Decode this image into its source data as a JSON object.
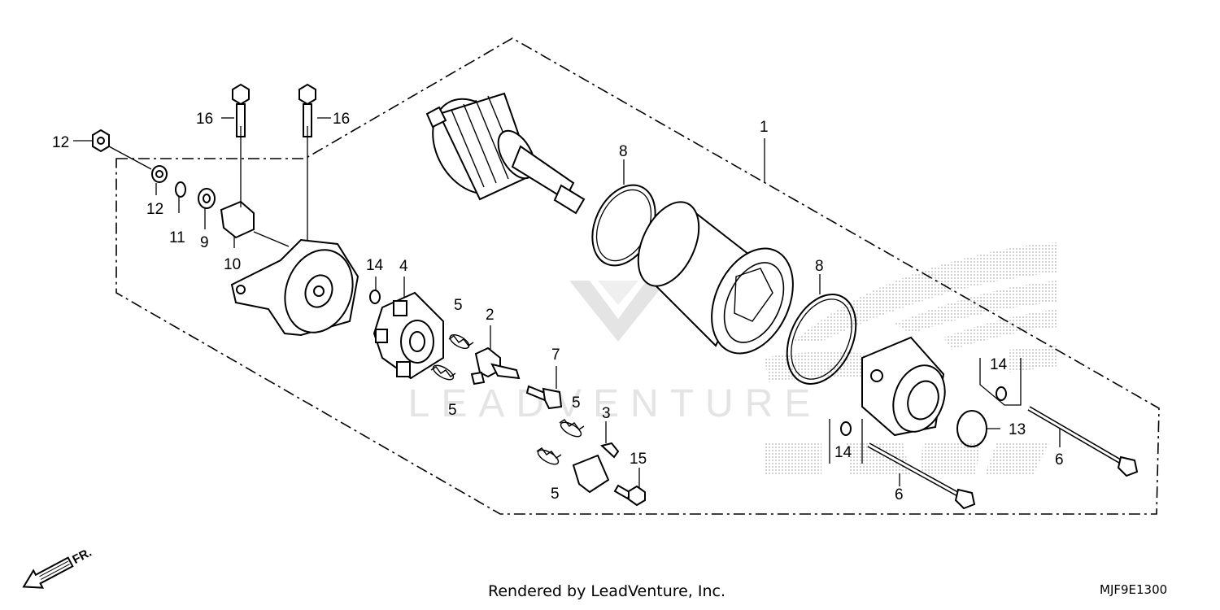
{
  "watermark_text": "LEADVENTURE",
  "footer": {
    "credit": "Rendered by LeadVenture, Inc.",
    "diagram_code": "MJF9E1300"
  },
  "direction_arrow": {
    "label": "FR."
  },
  "callouts": {
    "c1": "1",
    "c2": "2",
    "c3": "3",
    "c4": "4",
    "c5a": "5",
    "c5b": "5",
    "c5c": "5",
    "c5d": "5",
    "c6a": "6",
    "c6b": "6",
    "c7": "7",
    "c8a": "8",
    "c8b": "8",
    "c9": "9",
    "c10": "10",
    "c11": "11",
    "c12a": "12",
    "c12b": "12",
    "c13": "13",
    "c14a": "14",
    "c14b": "14",
    "c14c": "14",
    "c15": "15",
    "c16a": "16",
    "c16b": "16"
  }
}
